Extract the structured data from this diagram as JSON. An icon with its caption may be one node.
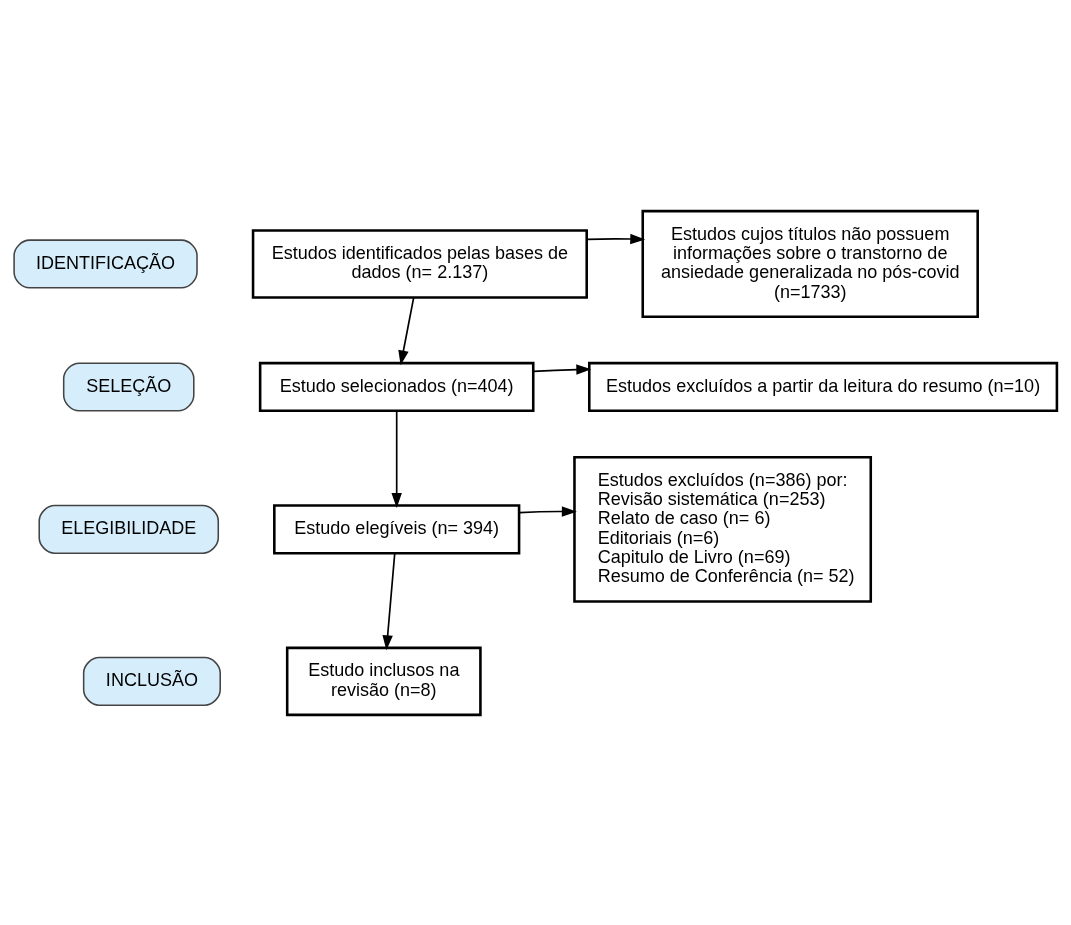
{
  "diagram": {
    "nodes": [
      {
        "text": [
          "IDENTIFICAÇÃO"
        ]
      },
      {
        "text": [
          "Estudos identificados pelas bases de dados (n= 2.137)"
        ]
      },
      {
        "text": [
          "Estudos cujos títulos não possuem informações sobre o transtorno de ansiedade generalizada no pós-covid (n=1733)"
        ]
      },
      {
        "text": [
          "SELEÇÃO"
        ]
      },
      {
        "text": [
          "Estudo selecionados (n=404)"
        ]
      },
      {
        "text": [
          "Estudos excluídos a partir da leitura do resumo (n=10)"
        ]
      },
      {
        "text": [
          "ELEGIBILIDADE"
        ]
      },
      {
        "text": [
          "Estudo elegíveis (n= 394)"
        ]
      },
      {
        "text": [
          "Estudos excluídos (n=386) por:",
          "Revisão sistemática (n=253)",
          "Relato de caso (n= 6)",
          "Editoriais (n=6)",
          "Capitulo de Livro (n=69)",
          "Resumo de Conferência (n= 52)"
        ]
      },
      {
        "text": [
          "INCLUSÃO"
        ]
      },
      {
        "text": [
          "Estudo inclusos na revisão (n=8)"
        ]
      }
    ],
    "edges": [
      {
        "from": 1,
        "to": 4,
        "arrow": "to"
      },
      {
        "from": 1,
        "to": 2,
        "arrow": "to"
      },
      {
        "from": 4,
        "to": 7,
        "arrow": "to"
      },
      {
        "from": 4,
        "to": 5,
        "arrow": "to"
      },
      {
        "from": 7,
        "to": 10,
        "arrow": "to"
      },
      {
        "from": 7,
        "to": 8,
        "arrow": "to"
      }
    ]
  }
}
